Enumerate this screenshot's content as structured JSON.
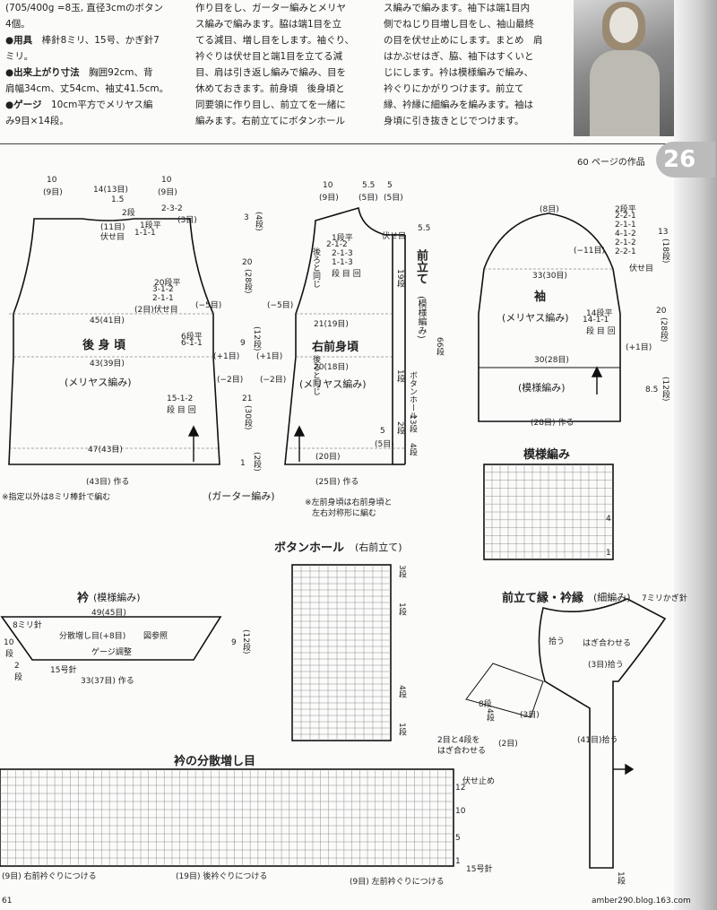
{
  "intro": {
    "col1": {
      "line0": "(705/400g =8玉, 直径3cmのボタン",
      "line1": "4個。",
      "tools_label": "●用具",
      "tools_text": "棒針8ミリ、15号、かぎ針7",
      "tools_cont": "ミリ。",
      "size_label": "●出来上がり寸法",
      "size_text": "胸囲92cm、背",
      "size_cont": "肩幅34cm、丈54cm、袖丈41.5cm。",
      "gauge_label": "●ゲージ",
      "gauge_text": "10cm平方でメリヤス編",
      "gauge_cont": "み9目×14段。"
    },
    "col2": {
      "line1": "作り目をし、ガーター編みとメリヤ",
      "line2": "ス編みで編みます。脇は端1目を立",
      "line3": "てる減目、増し目をします。袖ぐり、",
      "line4": "衿ぐりは伏せ目と端1目を立てる減",
      "line5": "目、肩は引き返し編みで編み、目を",
      "line6": "休めておきます。前身頃　後身頃と",
      "line7": "同要領に作り目し、前立てを一緒に",
      "line8": "編みます。右前立てにボタンホール"
    },
    "col3": {
      "line1": "ス編みで編みます。袖下は端1目内",
      "line2": "側でねじり目増し目をし、袖山最終",
      "line3": "の目を伏せ止めにします。まとめ　肩",
      "line4": "はかぶせはぎ、脇、袖下はすくいと",
      "line5": "じにします。衿は模様編みで編み、",
      "line6": "衿ぐりにかがりつけます。前立て",
      "line7": "縁、衿縁に細編みを編みます。袖は",
      "line8": "身頃に引き抜きとじでつけます。"
    }
  },
  "header": {
    "ref": "60 ページの作品",
    "page_badge": "26"
  },
  "back": {
    "title": "後 身 頃",
    "stitch": "(メリヤス編み)",
    "top_w": "10",
    "top_w_sub": "(9目)",
    "neck": "14(13目)",
    "top_w2": "10",
    "top_w2_sub": "(9目)",
    "neck_rows": "1.5",
    "neck_rows2": "2段",
    "shoulder": "2-3-2",
    "shoulder2": "(3目)",
    "neck_bind": "(11目)",
    "neck_bind2": "伏せ目",
    "neck_dec": "1段平",
    "neck_dec2": "1-1-1",
    "arm1": "20段平",
    "arm2": "3-1-2",
    "arm3": "2-1-1",
    "arm4": "(2目)伏せ目",
    "minus5": "(−5目)",
    "chest": "45(41目)",
    "row6": "6段平",
    "row6b": "6-1-1",
    "waist": "43(39目)",
    "dec1": "15-1-2",
    "dec2": "段 目 回",
    "hem": "47(43目)",
    "cast": "(43目) 作る"
  },
  "left_dims": {
    "d1": "3",
    "d1s": "(4段)",
    "d2": "20",
    "d2s": "(28段)",
    "d3": "9",
    "d3s": "(12段)",
    "d4": "21",
    "d4s": "(30段)",
    "d5": "1",
    "d5s": "(2段)",
    "plus1": "(+1目)",
    "minus2": "(−2目)"
  },
  "right_front": {
    "title": "右前身頃",
    "stitch": "(メリヤス編み)",
    "top_l": "10",
    "top_ls": "(9目)",
    "top_m": "5.5",
    "top_ms": "(5目)",
    "top_r": "5",
    "top_rs": "(5目)",
    "n1": "1段平",
    "n2": "2-1-2",
    "n3": "2-1-3",
    "n4": "1-1-3",
    "n5": "段 目 回",
    "bind": "伏せ目",
    "back_same": "後ろと同じ",
    "back_same2": "後ろと同じ",
    "minus5": "(−5目)",
    "chest": "21(19目)",
    "plus1": "(+1目)",
    "minus2": "(−2目)",
    "waist": "20(18目)",
    "band_w": "5",
    "band_ws": "(5目)",
    "cast": "(25目) 作る",
    "band_cast": "(20目)",
    "band_title": "前立て",
    "band_stitch": "(模様編み)",
    "h1": "5.5",
    "h2": "19段",
    "h3": "66段",
    "h4": "13段",
    "h5": "4段",
    "buttonhole": "ボタンホール",
    "bh1": "1段",
    "bh2": "2段"
  },
  "footnotes": {
    "note1": "※指定以外は8ミリ棒針で編む",
    "garter": "(ガーター編み)",
    "note2a": "※左前身頃は右前身頃と",
    "note2b": "左右対称形に編む"
  },
  "sleeve": {
    "title": "袖",
    "stitch": "(メリヤス編み)",
    "pattern": "(模様編み)",
    "top": "(8目)",
    "cap1": "2段平",
    "cap2": "2-2-1",
    "cap3": "2-1-1",
    "cap4": "4-1-2",
    "cap5": "2-1-2",
    "cap6": "2-2-1",
    "minus11": "(−11目)",
    "bind": "伏せ目",
    "width": "33(30目)",
    "inc1": "14段平",
    "inc2": "14-1-1",
    "inc3": "段 目 回",
    "plus1": "(+1目)",
    "cuff": "30(28目)",
    "cast": "(28目) 作る",
    "v1": "13",
    "v1s": "(18段)",
    "v2": "20",
    "v2s": "(28段)",
    "v3": "8.5",
    "v3s": "(12段)"
  },
  "pattern_chart": {
    "title": "模様編み",
    "rows": [
      "4",
      "1"
    ]
  },
  "collar": {
    "title": "衿",
    "sub": "(模様編み)",
    "top": "49(45目)",
    "needle": "8ミリ針",
    "inc": "分散増し目(+8目)",
    "ref": "図参照",
    "gauge": "ゲージ調整",
    "needle15": "15号針",
    "bottom": "33(37目) 作る",
    "h1": "10",
    "h1s": "段",
    "h2": "2",
    "h2s": "段",
    "r": "9",
    "rs": "(12段)"
  },
  "buttonhole_chart": {
    "title": "ボタンホール",
    "sub": "(右前立て)",
    "d1": "3段",
    "d2": "1段",
    "d3": "4段",
    "d4": "1段"
  },
  "edging": {
    "title": "前立て縁・衿縁",
    "sub": "(細編み)",
    "hook": "7ミリかぎ針",
    "pick1": "拾う",
    "join": "はぎ合わせる",
    "pick3": "(3目)拾う",
    "e1": "8段",
    "e2": "4段",
    "e3": "(3目)",
    "e4": "(2目)",
    "e5": "(41目)拾う",
    "note1": "2目と4段を",
    "note2": "はぎ合わせる",
    "e6": "1段"
  },
  "collar_inc": {
    "title": "衿の分散増し目",
    "bind": "伏せ止め",
    "needle": "15号針",
    "left": "(9目) 右前衿ぐりにつける",
    "mid": "(19目) 後衿ぐりにつける",
    "right": "(9目) 左前衿ぐりにつける",
    "r12": "12",
    "r10": "10",
    "r5": "5",
    "r1": "1"
  },
  "footer": {
    "page": "61",
    "url": "amber290.blog.163.com"
  }
}
